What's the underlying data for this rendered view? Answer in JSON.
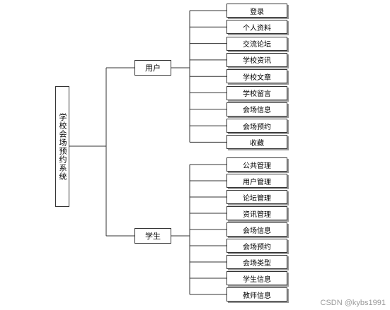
{
  "root": {
    "label": "学校会场预约系统"
  },
  "branches": [
    {
      "label": "用户",
      "items": [
        "登录",
        "个人资料",
        "交流论坛",
        "学校资讯",
        "学校文章",
        "学校留言",
        "会场信息",
        "会场预约",
        "收藏"
      ]
    },
    {
      "label": "学生",
      "items": [
        "公共管理",
        "用户管理",
        "论坛管理",
        "资讯管理",
        "会场信息",
        "会场预约",
        "会场类型",
        "学生信息",
        "教师信息"
      ]
    }
  ],
  "watermark": "CSDN @kybs1991"
}
